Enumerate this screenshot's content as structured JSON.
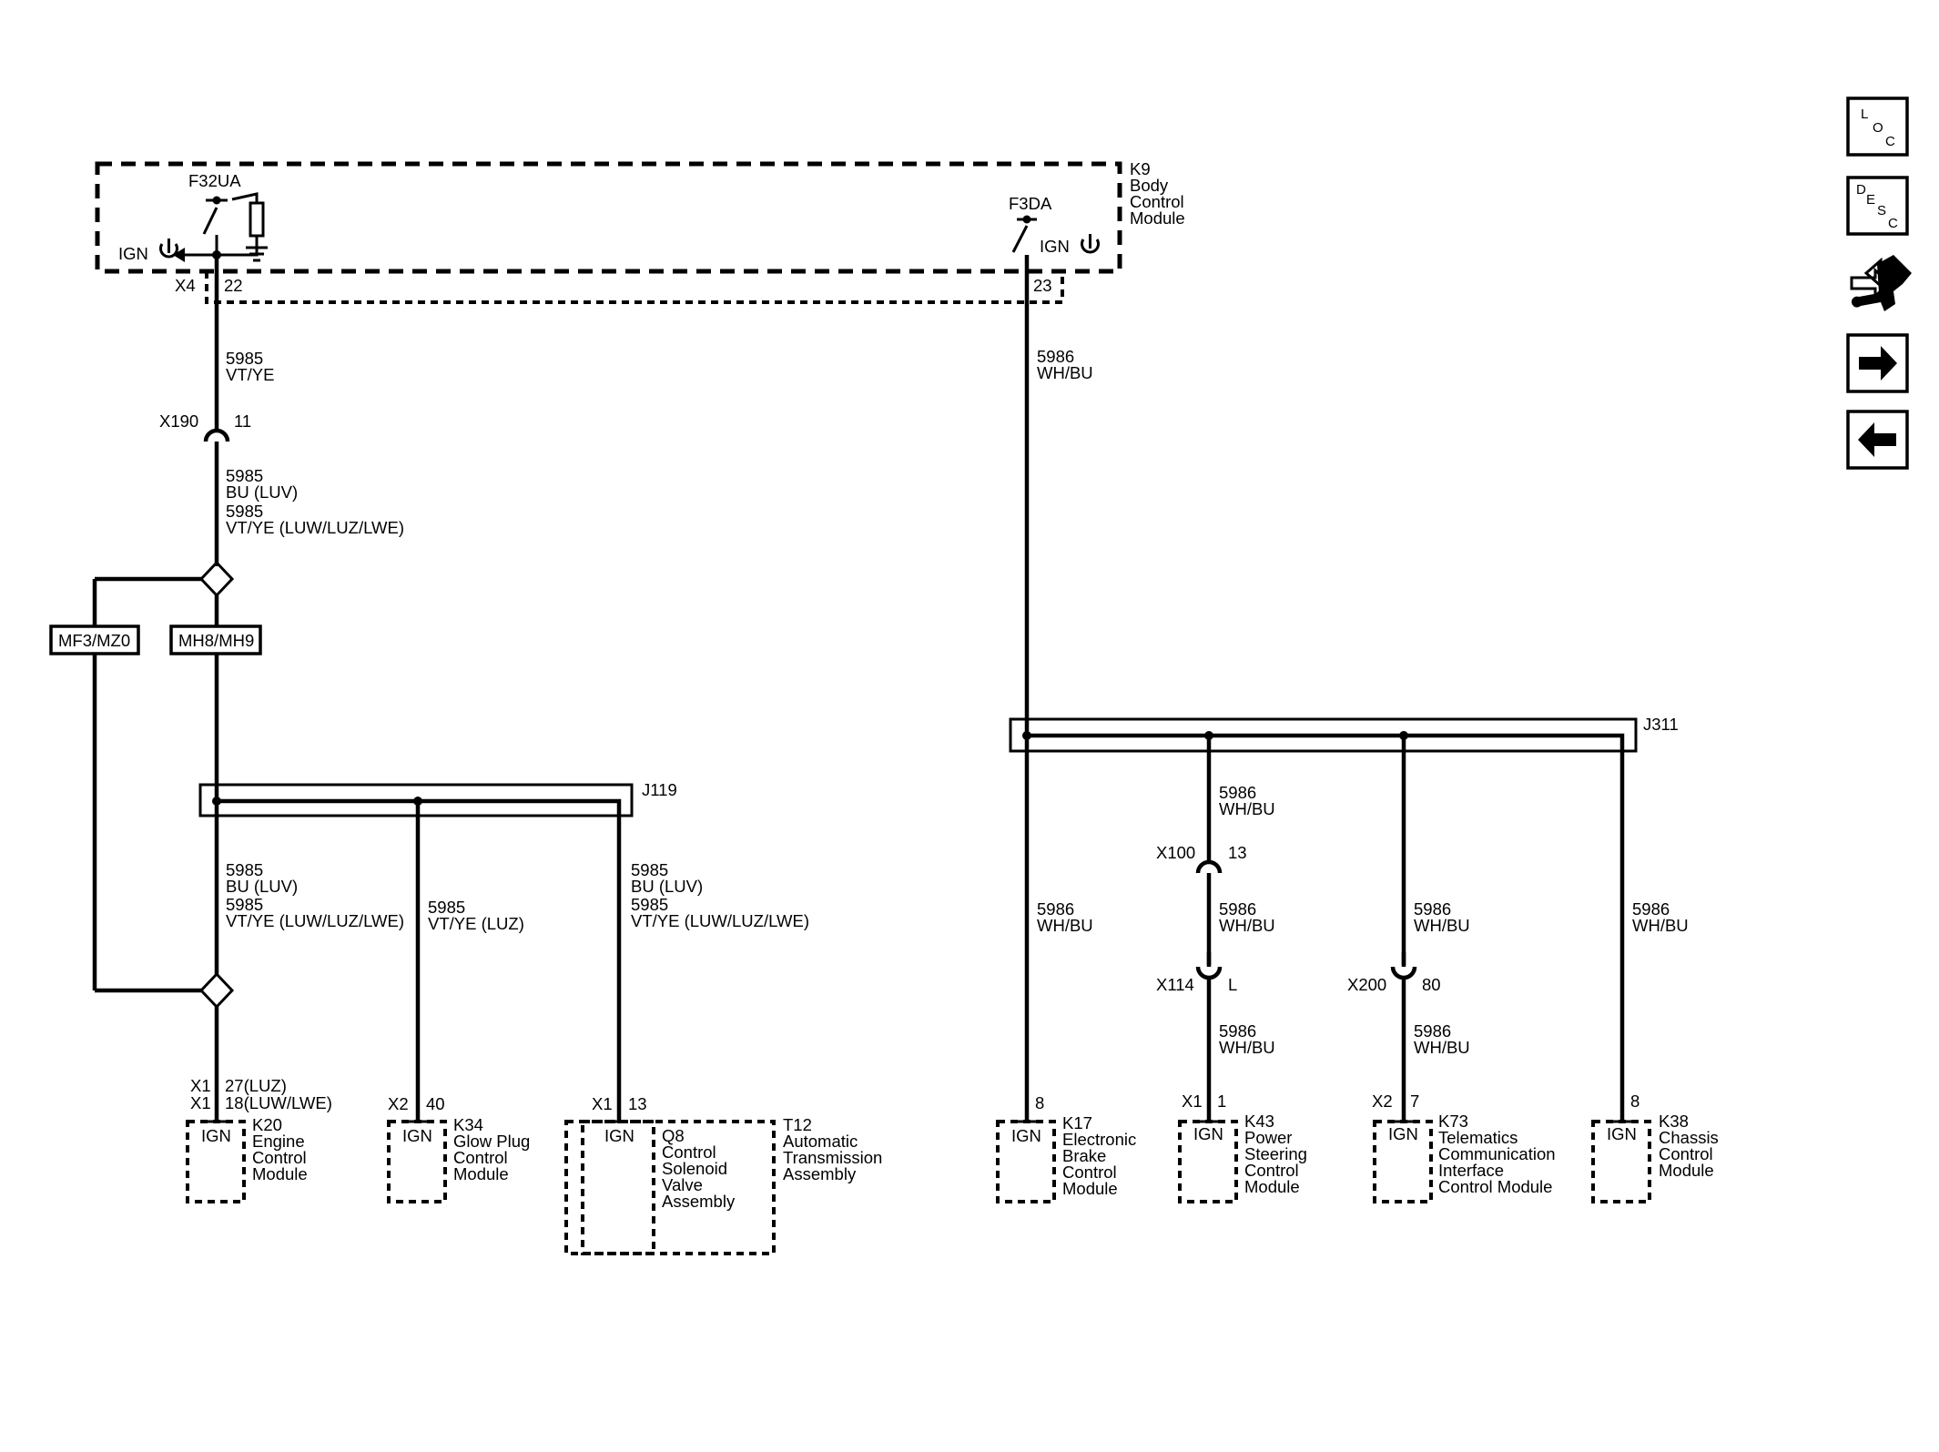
{
  "modules": {
    "k9": {
      "ref": "K9",
      "l1": "Body",
      "l2": "Control",
      "l3": "Module"
    },
    "k20": {
      "ref": "K20",
      "l1": "Engine",
      "l2": "Control",
      "l3": "Module"
    },
    "k34": {
      "ref": "K34",
      "l1": "Glow Plug",
      "l2": "Control",
      "l3": "Module"
    },
    "q8": {
      "ref": "Q8",
      "l1": "Control",
      "l2": "Solenoid",
      "l3": "Valve",
      "l4": "Assembly"
    },
    "t12": {
      "ref": "T12",
      "l1": "Automatic",
      "l2": "Transmission",
      "l3": "Assembly"
    },
    "k17": {
      "ref": "K17",
      "l1": "Electronic",
      "l2": "Brake",
      "l3": "Control",
      "l4": "Module"
    },
    "k43": {
      "ref": "K43",
      "l1": "Power",
      "l2": "Steering",
      "l3": "Control",
      "l4": "Module"
    },
    "k73": {
      "ref": "K73",
      "l1": "Telematics",
      "l2": "Communication",
      "l3": "Interface",
      "l4": "Control Module"
    },
    "k38": {
      "ref": "K38",
      "l1": "Chassis",
      "l2": "Control",
      "l3": "Module"
    }
  },
  "fuses": {
    "f32ua": "F32UA",
    "f3da": "F3DA"
  },
  "ign": "IGN",
  "connectors": {
    "x4": "X4",
    "x4_pin": "22",
    "x4b_pin": "23",
    "x190": "X190",
    "x190_pin": "11",
    "x100": "X100",
    "x100_pin": "13",
    "x114": "X114",
    "x114_pin": "L",
    "x200": "X200",
    "x200_pin": "80",
    "k20_x1a": "X1",
    "k20_pin_a": "27(LUZ)",
    "k20_x1b": "X1",
    "k20_pin_b": "18(LUW/LWE)",
    "k34_x": "X2",
    "k34_pin": "40",
    "q8_x": "X1",
    "q8_pin": "13",
    "k17_pin": "8",
    "k43_x": "X1",
    "k43_pin": "1",
    "k73_x": "X2",
    "k73_pin": "7",
    "k38_pin": "8"
  },
  "splices": {
    "j119": "J119",
    "j311": "J311"
  },
  "options": {
    "mf3": "MF3/MZ0",
    "mh8": "MH8/MH9"
  },
  "wires": {
    "c5985": "5985",
    "c5986": "5986",
    "vtye": "VT/YE",
    "whbu": "WH/BU",
    "bu_luv": "BU (LUV)",
    "vtye_luw": "VT/YE (LUW/LUZ/LWE)",
    "vtye_luz": "VT/YE (LUZ)"
  },
  "nav": {
    "loc": [
      "L",
      "O",
      "C"
    ],
    "desc": [
      "D",
      "E",
      "S",
      "C"
    ]
  }
}
